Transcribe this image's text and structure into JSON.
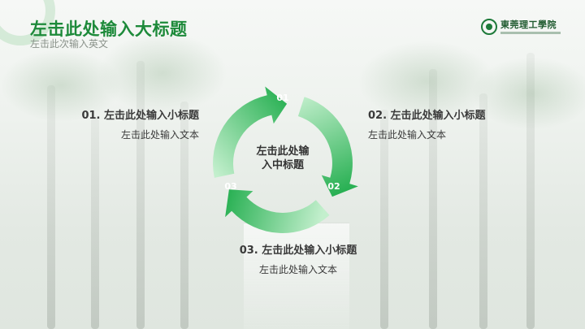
{
  "slide": {
    "title": "左击此处输入大标题",
    "subtitle": "左击此次输入英文",
    "logo_name": "東莞理工學院"
  },
  "cycle": {
    "center_text_line1": "左击此处输",
    "center_text_line2": "入中标题",
    "colors": {
      "gradient_start": "#14a843",
      "gradient_end": "#c3efcd",
      "number_text": "#ffffff"
    },
    "steps": [
      {
        "number": "01",
        "title": "01. 左击此处输入小标题",
        "text": "左击此处输入文本"
      },
      {
        "number": "02",
        "title": "02. 左击此处输入小标题",
        "text": "左击此处输入文本"
      },
      {
        "number": "03",
        "title": "03. 左击此处输入小标题",
        "text": "左击此处输入文本"
      }
    ]
  }
}
